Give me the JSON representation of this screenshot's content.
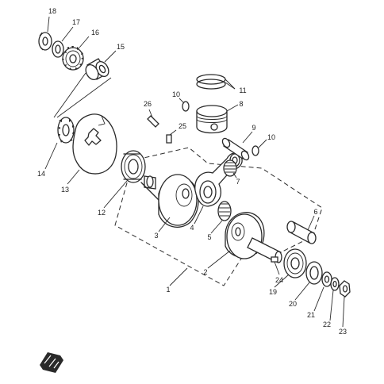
{
  "diagram": {
    "parts": [
      {
        "id": "p18",
        "label": "18"
      },
      {
        "id": "p17",
        "label": "17"
      },
      {
        "id": "p16",
        "label": "16"
      },
      {
        "id": "p15",
        "label": "15"
      },
      {
        "id": "p11",
        "label": "11"
      },
      {
        "id": "p10a",
        "label": "10"
      },
      {
        "id": "p8",
        "label": "8"
      },
      {
        "id": "p26",
        "label": "26"
      },
      {
        "id": "p25",
        "label": "25"
      },
      {
        "id": "p9",
        "label": "9"
      },
      {
        "id": "p10b",
        "label": "10"
      },
      {
        "id": "p14",
        "label": "14"
      },
      {
        "id": "p13",
        "label": "13"
      },
      {
        "id": "p12",
        "label": "12"
      },
      {
        "id": "p7",
        "label": "7"
      },
      {
        "id": "p3",
        "label": "3"
      },
      {
        "id": "p4",
        "label": "4"
      },
      {
        "id": "p5",
        "label": "5"
      },
      {
        "id": "p6",
        "label": "6"
      },
      {
        "id": "p2",
        "label": "2"
      },
      {
        "id": "p1",
        "label": "1"
      },
      {
        "id": "p24",
        "label": "24"
      },
      {
        "id": "p19",
        "label": "19"
      },
      {
        "id": "p20",
        "label": "20"
      },
      {
        "id": "p21",
        "label": "21"
      },
      {
        "id": "p22",
        "label": "22"
      },
      {
        "id": "p23",
        "label": "23"
      }
    ]
  }
}
